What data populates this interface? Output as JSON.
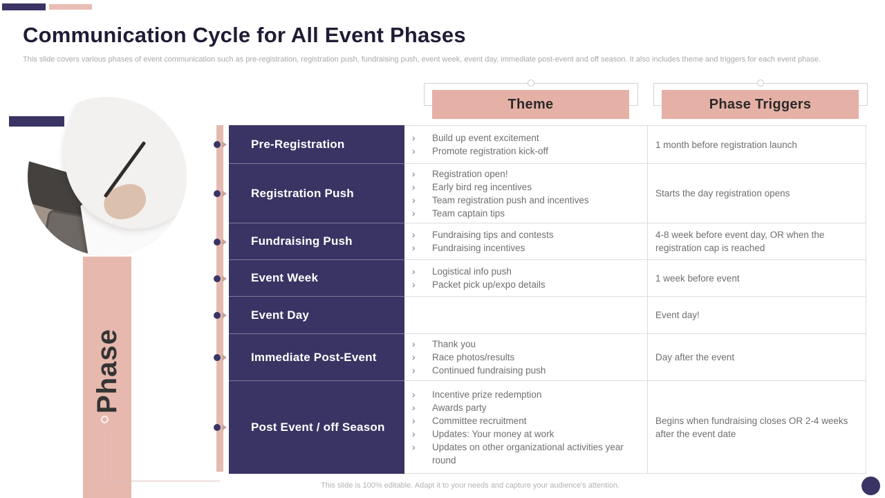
{
  "slide": {
    "title": "Communication Cycle for All Event Phases",
    "subtitle": "This slide covers various phases of event communication such as pre-registration, registration push, fundraising push, event week, event day, immediate post-event and off season. It also includes theme and triggers for each event phase.",
    "phase_axis_label": "Phase",
    "footer": "This slide is 100% editable. Adapt it to your needs and capture your audience's attention."
  },
  "table": {
    "bullet_char": "›",
    "headers": {
      "theme": "Theme",
      "triggers": "Phase Triggers"
    },
    "rows": [
      {
        "phase": "Pre-Registration",
        "themes": [
          "Build up event excitement",
          "Promote registration kick-off"
        ],
        "trigger": "1 month before registration launch"
      },
      {
        "phase": "Registration Push",
        "themes": [
          "Registration open!",
          "Early bird reg incentives",
          "Team registration push and incentives",
          "Team captain tips"
        ],
        "trigger": "Starts the day registration opens"
      },
      {
        "phase": "Fundraising Push",
        "themes": [
          "Fundraising tips and contests",
          "Fundraising incentives"
        ],
        "trigger": "4-8 week before event day, OR when the registration cap is reached"
      },
      {
        "phase": "Event Week",
        "themes": [
          "Logistical info push",
          "Packet pick up/expo details"
        ],
        "trigger": "1 week before event"
      },
      {
        "phase": "Event Day",
        "themes": [],
        "trigger": "Event day!"
      },
      {
        "phase": "Immediate Post-Event",
        "themes": [
          "Thank you",
          "Race photos/results",
          "Continued fundraising push"
        ],
        "trigger": "Day after the event"
      },
      {
        "phase": "Post Event / off Season",
        "themes": [
          "Incentive prize redemption",
          "Awards party",
          "Committee recruitment",
          "Updates: Your money at work",
          "Updates on other organizational activities year round"
        ],
        "trigger": "Begins when fundraising closes OR 2-4 weeks after the event date"
      }
    ]
  },
  "colors": {
    "navy": "#3a3464",
    "pink": "#e5b1a7",
    "pink-bar": "#e6b8ae",
    "pink-strip": "#e4bab1",
    "title": "#201c35",
    "body-gray": "#6f6f6f",
    "muted": "#a9a9a9",
    "line": "#dedcdc",
    "connector": "#dcc0ba"
  }
}
